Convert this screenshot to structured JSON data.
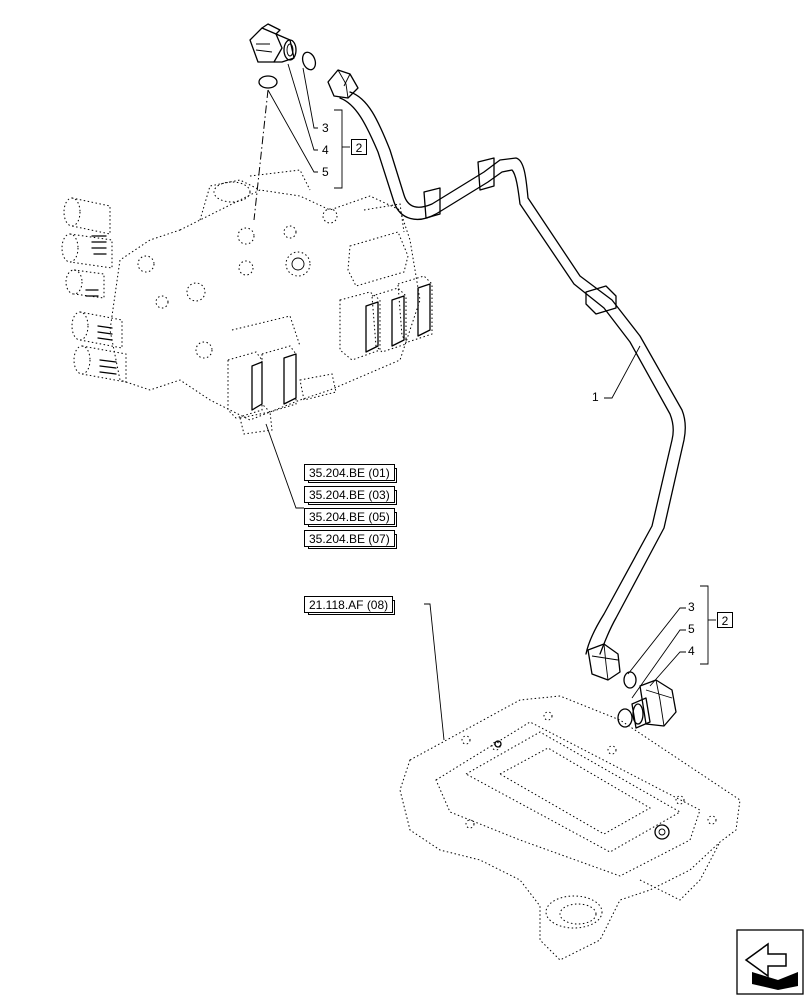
{
  "labels": {
    "item_1": "1",
    "top_item_3": "3",
    "top_item_4": "4",
    "top_item_5": "5",
    "top_group": "2",
    "bottom_item_3": "3",
    "bottom_item_5": "5",
    "bottom_item_4": "4",
    "bottom_group": "2"
  },
  "references": {
    "valve_refs": [
      "35.204.BE (01)",
      "35.204.BE (03)",
      "35.204.BE (05)",
      "35.204.BE (07)"
    ],
    "housing_ref": "21.118.AF (08)"
  },
  "icons": {
    "nav": "back-arrow-icon"
  }
}
